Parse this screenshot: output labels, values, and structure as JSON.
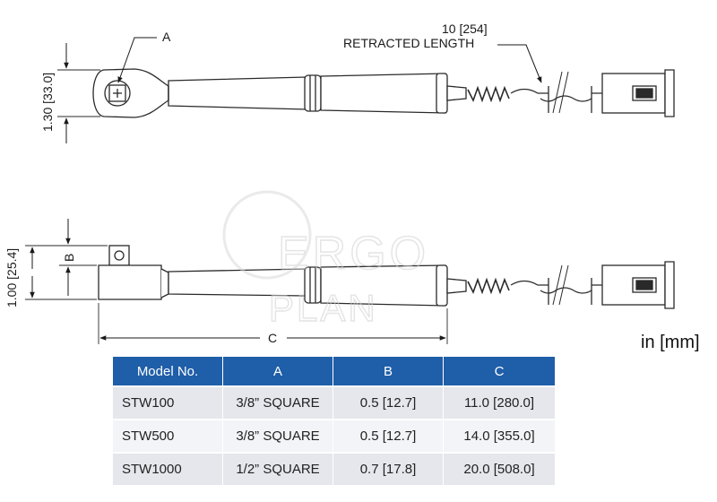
{
  "diagram": {
    "top_view": {
      "callout_a": "A",
      "height_dim": "1.30 [33.0]",
      "cable_dim_value": "10 [254]",
      "cable_dim_label": "RETRACTED LENGTH"
    },
    "side_view": {
      "height_dim": "1.00 [25.4]",
      "b_dim": "B",
      "length_dim": "C"
    },
    "watermark": {
      "line1": "ERGO",
      "line2": "PLAN"
    }
  },
  "units": "in [mm]",
  "table": {
    "header_color": "#1f5ea8",
    "headers": [
      "Model No.",
      "A",
      "B",
      "C"
    ],
    "rows": [
      [
        "STW100",
        "3/8” SQUARE",
        "0.5 [12.7]",
        "11.0 [280.0]"
      ],
      [
        "STW500",
        "3/8” SQUARE",
        "0.5 [12.7]",
        "14.0 [355.0]"
      ],
      [
        "STW1000",
        "1/2” SQUARE",
        "0.7 [17.8]",
        "20.0 [508.0]"
      ]
    ]
  }
}
